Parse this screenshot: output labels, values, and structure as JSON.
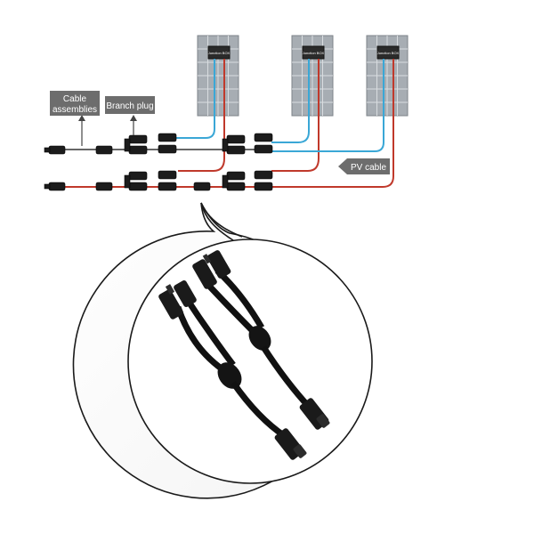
{
  "labels": {
    "cable_assemblies": [
      "Cable",
      "assemblies"
    ],
    "branch_plug": "Branch plug",
    "pv_cable": "PV cable",
    "junction_box": "Junction BOX"
  },
  "colors": {
    "positive_wire": "#c0392b",
    "negative_wire": "#3aa7d6",
    "panel_cell": "#9aa0a6",
    "connector": "#1c1c1c",
    "label_box": "#6d6d6d"
  },
  "panels": [
    {
      "junction_box_text": "Junction BOX"
    },
    {
      "junction_box_text": "Junction BOX"
    },
    {
      "junction_box_text": "Junction BOX"
    }
  ]
}
